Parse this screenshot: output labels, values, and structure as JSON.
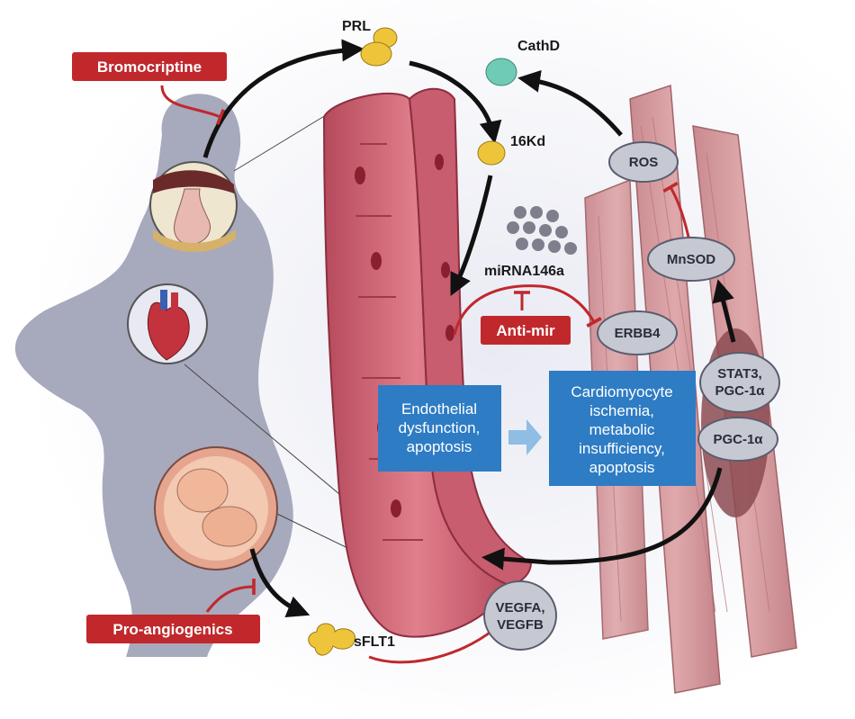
{
  "inhibitors": {
    "bromocriptine": "Bromocriptine",
    "pro_angiogenics": "Pro-angiogenics",
    "anti_mir": "Anti-mir"
  },
  "molecules": {
    "prl": "PRL",
    "cathd": "CathD",
    "fragment_16kd": "16Kd",
    "mirna": "miRNA146a",
    "sflt1": "sFLT1"
  },
  "ovals": {
    "ros": "ROS",
    "mnsod": "MnSOD",
    "erbb4": "ERBB4",
    "stat3_line1": "STAT3,",
    "stat3_line2": "PGC-1α",
    "pgc1a": "PGC-1α",
    "vegf_line1": "VEGFA,",
    "vegf_line2": "VEGFB"
  },
  "boxes": {
    "endothelial": [
      "Endothelial",
      "dysfunction,",
      "apoptosis"
    ],
    "cardiomyocyte": [
      "Cardiomyocyte",
      "ischemia,",
      "metabolic",
      "insufficiency,",
      "apoptosis"
    ]
  },
  "colors": {
    "inhibitor_red": "#c0282c",
    "info_blue": "#2e7cc4",
    "oval_gray": "#c7c9d2",
    "vessel_pink": "#d9707e",
    "muscle_pink": "#d7a0a3",
    "silhouette_gray": "#a7a9bd",
    "prl_yellow": "#eec53a",
    "cathd_teal": "#6fcab6"
  }
}
